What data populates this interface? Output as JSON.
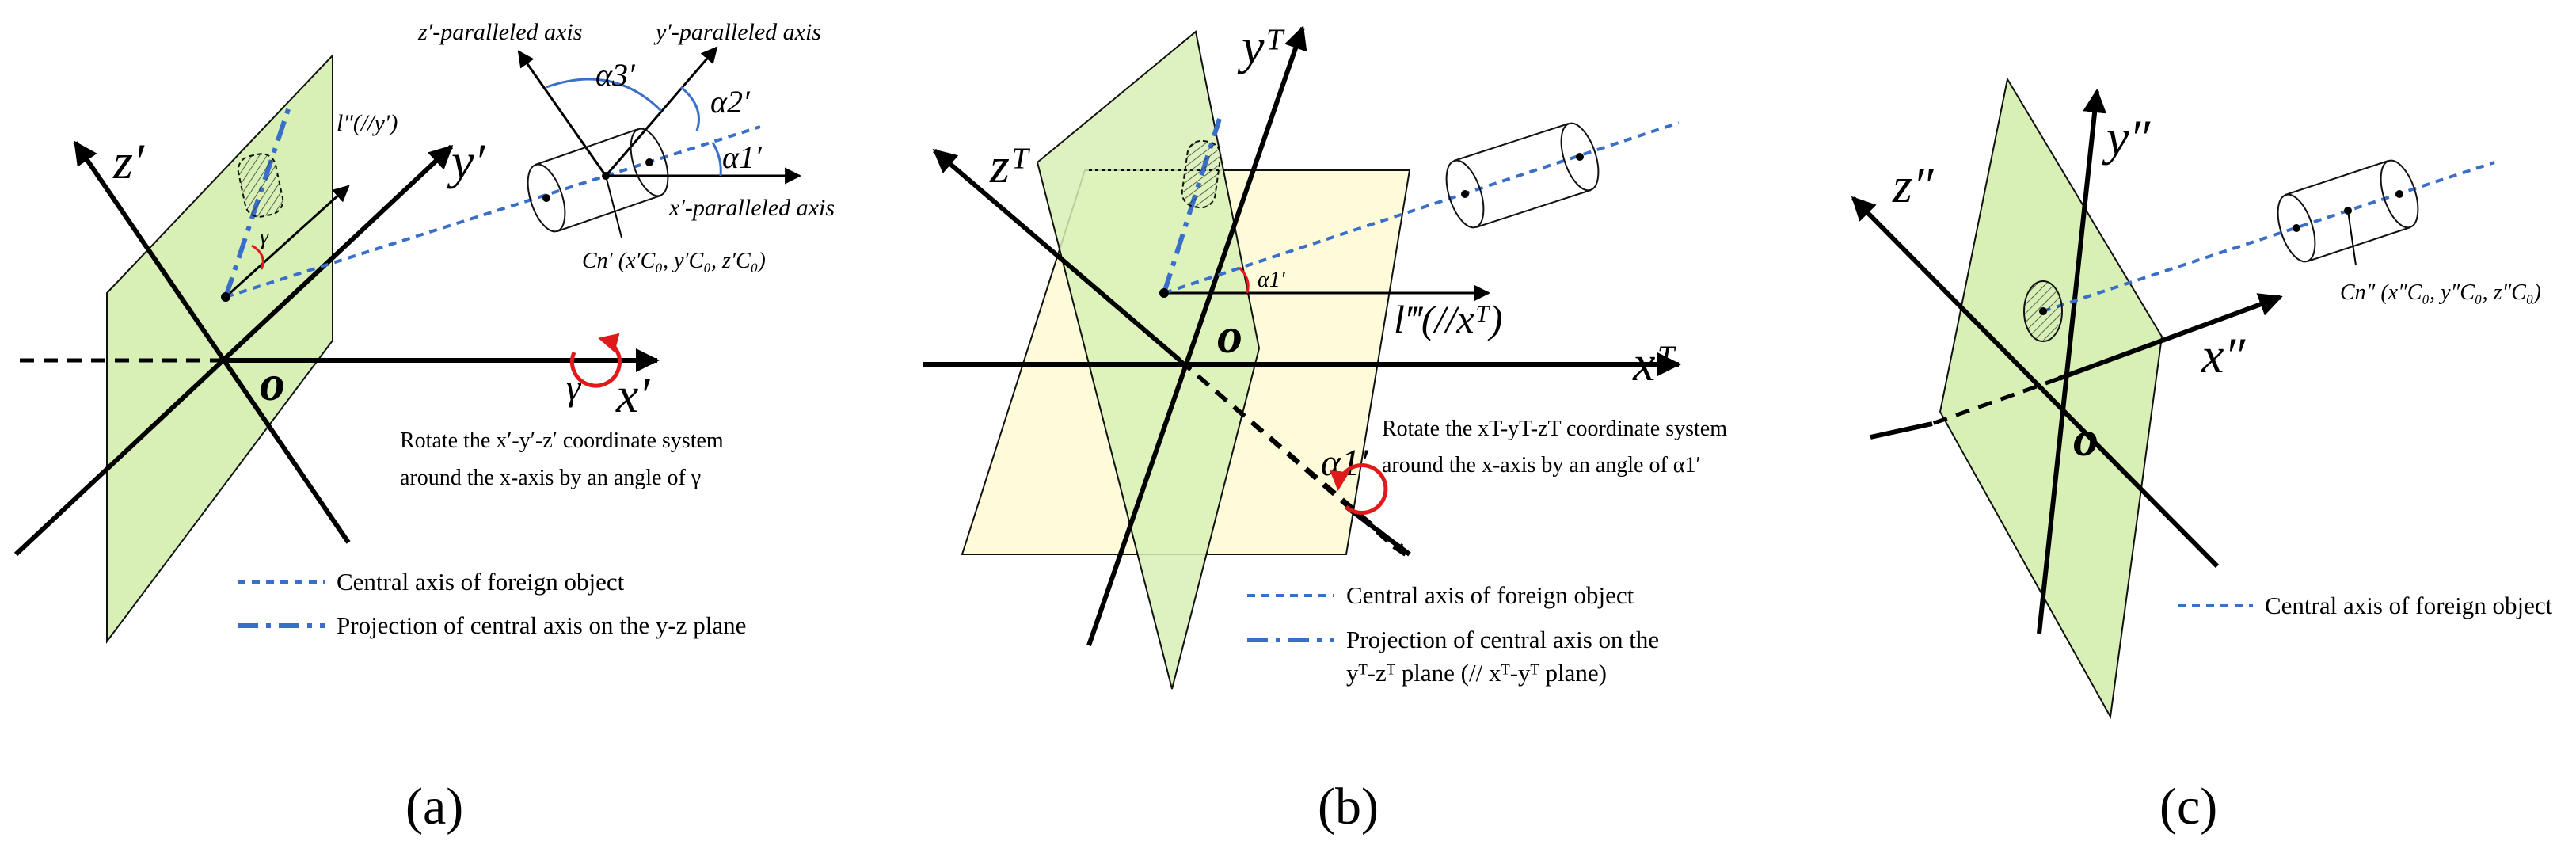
{
  "panels": {
    "a": {
      "caption": "(a)",
      "axis_z": "z′",
      "axis_y": "y′",
      "axis_x": "x′",
      "origin": "o",
      "line_label": "l″(//y′)",
      "gamma": "γ",
      "gamma_small": "γ",
      "zp_axis": "z′-paralleled axis",
      "yp_axis": "y′-paralleled axis",
      "xp_axis": "x′-paralleled axis",
      "alpha3": "α3′",
      "alpha2": "α2′",
      "alpha1": "α1′",
      "cn_label": "Cn′ (x′C₀, y′C₀, z′C₀)",
      "rotate_line1": "Rotate the x′-y′-z′ coordinate system",
      "rotate_line2": "around the x-axis by an angle of γ",
      "legend_central": "Central axis of foreign object",
      "legend_projection": "Projection of central axis on the y-z plane"
    },
    "b": {
      "caption": "(b)",
      "axis_z": "zᵀ",
      "axis_y": "yᵀ",
      "axis_x": "xᵀ",
      "origin": "o",
      "alpha_small": "α1′",
      "line_label": "l‴(//xᵀ)",
      "alpha_big": "α1′",
      "rotate_line1": "Rotate the xT-yT-zT coordinate system",
      "rotate_line2": "around the x-axis by an angle of α1′",
      "legend_central": "Central axis of foreign object",
      "legend_projection1": "Projection of central axis on the",
      "legend_projection2": "yᵀ-zᵀ plane (// xᵀ-yᵀ plane)"
    },
    "c": {
      "caption": "(c)",
      "axis_z": "z″",
      "axis_y": "y″",
      "axis_x": "x″",
      "origin": "o",
      "cn_label": "Cn″ (x″C₀, y″C₀, z″C₀)",
      "legend_central": "Central axis of foreign object"
    }
  },
  "colors": {
    "plane_green": "#d8f0b6",
    "plane_yellow": "#fdfbd9",
    "axis_blue": "#3a6fc9",
    "rotation_red": "#e01a1a"
  }
}
